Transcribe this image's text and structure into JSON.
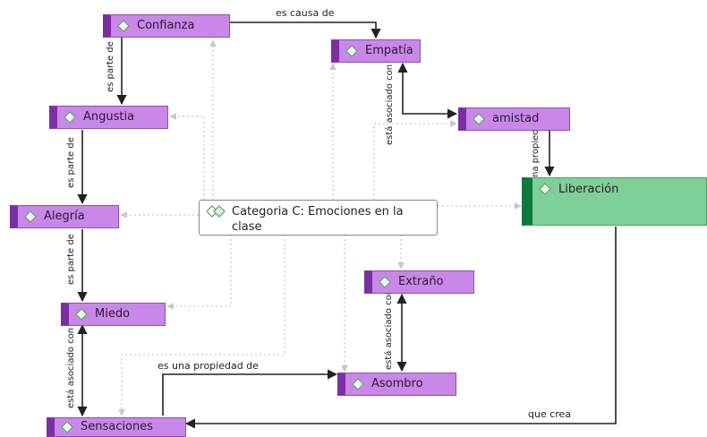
{
  "colors": {
    "node_fill": "#c987e8",
    "node_band": "#7b2fa0",
    "highlight_fill": "#7fcf98",
    "highlight_band": "#0d7a3d",
    "edge_solid": "#222222",
    "edge_dotted": "#c8c8c8"
  },
  "nodes": {
    "confianza": "Confianza",
    "empatia": "Empatía",
    "angustia": "Angustia",
    "amistad": "amistad",
    "liberacion": "Liberación",
    "alegria": "Alegría",
    "categoria": "Categoria C: Emociones en la clase",
    "extrano": "Extraño",
    "miedo": "Miedo",
    "asombro": "Asombro",
    "sensaciones": "Sensaciones"
  },
  "edges": {
    "es_causa_de": "es causa de",
    "es_parte_de_1": "es parte de",
    "es_parte_de_2": "es parte de",
    "es_parte_de_3": "es parte de",
    "asociado_empatia_amistad": "está asociado con",
    "propiedad_amistad_liberacion": "na propieda",
    "asociado_extrano_asombro": "está asociado con",
    "asociado_miedo_sensaciones": "está asociado con",
    "propiedad_sensaciones_asombro": "es una propiedad de",
    "que_crea": "que crea"
  },
  "icons": {
    "node": "diamond-icon",
    "note": "note-diamond-icon"
  }
}
